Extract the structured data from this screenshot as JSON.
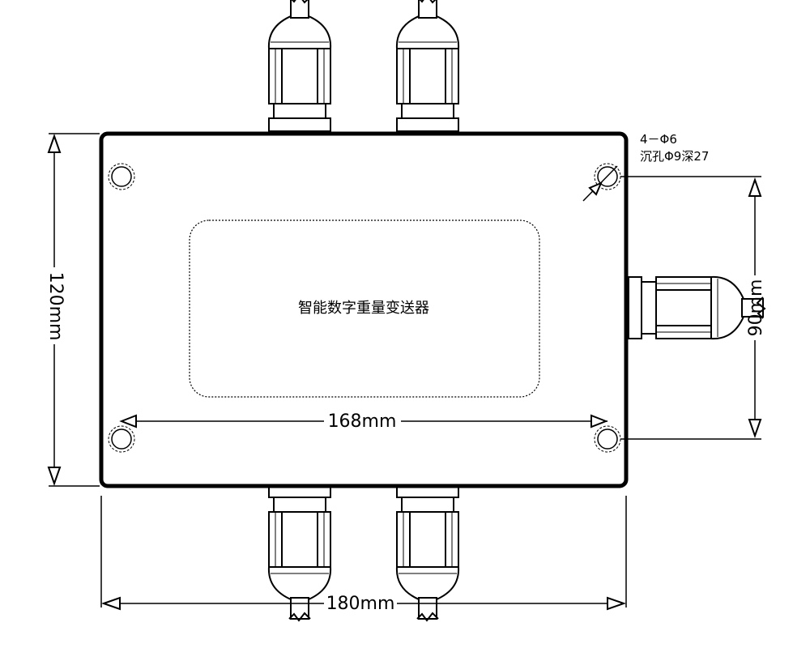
{
  "diagram": {
    "panel_label": "智能数字重量变送器",
    "dimensions": {
      "overall_width": "180mm",
      "overall_height": "120mm",
      "hole_spacing_horizontal": "168mm",
      "hole_spacing_vertical": "90mm"
    },
    "hole_note": {
      "line1": "4－Φ6",
      "line2": "沉孔Φ9深27"
    }
  },
  "colors": {
    "line": "#000000",
    "background": "#ffffff"
  }
}
